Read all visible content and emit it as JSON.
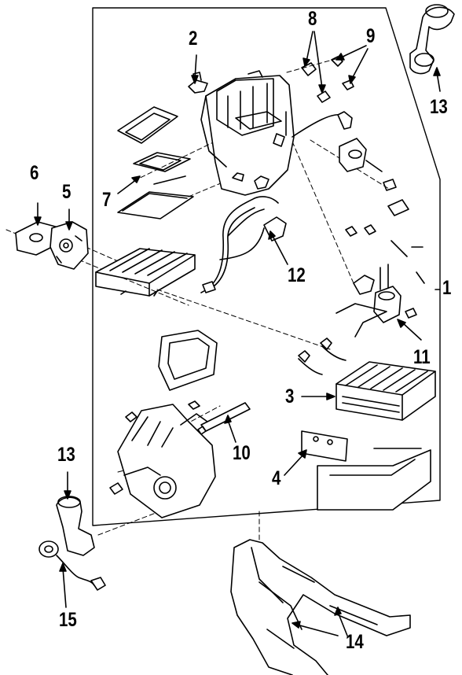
{
  "diagram": {
    "callouts": [
      {
        "id": "c1",
        "label": "1"
      },
      {
        "id": "c2",
        "label": "2"
      },
      {
        "id": "c3",
        "label": "3"
      },
      {
        "id": "c4",
        "label": "4"
      },
      {
        "id": "c5",
        "label": "5"
      },
      {
        "id": "c6",
        "label": "6"
      },
      {
        "id": "c7",
        "label": "7"
      },
      {
        "id": "c8",
        "label": "8"
      },
      {
        "id": "c9",
        "label": "9"
      },
      {
        "id": "c10",
        "label": "10"
      },
      {
        "id": "c11",
        "label": "11"
      },
      {
        "id": "c12",
        "label": "12"
      },
      {
        "id": "c13a",
        "label": "13"
      },
      {
        "id": "c13b",
        "label": "13"
      },
      {
        "id": "c14",
        "label": "14"
      },
      {
        "id": "c15",
        "label": "15"
      }
    ]
  }
}
